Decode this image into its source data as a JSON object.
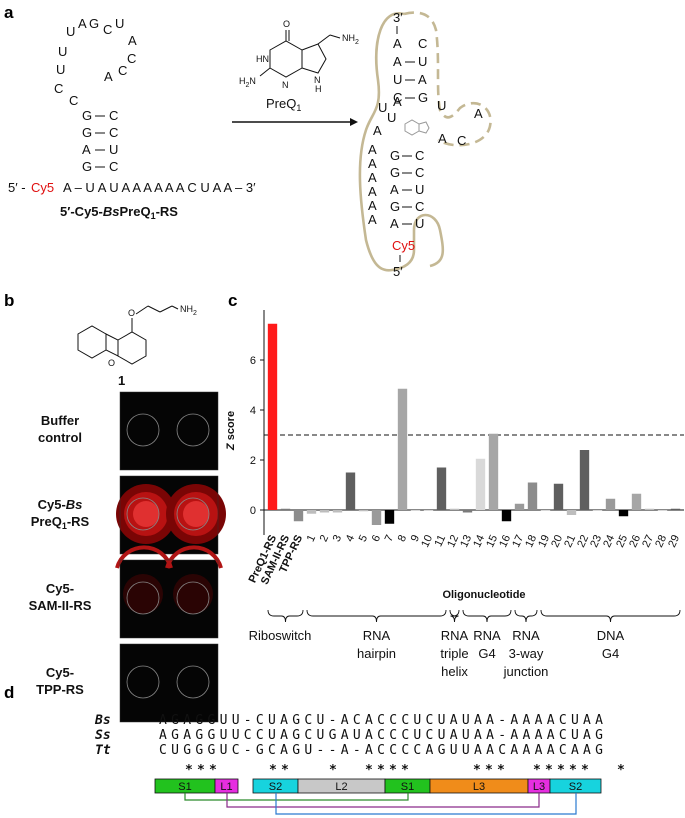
{
  "panels": {
    "a": "a",
    "b": "b",
    "c": "c",
    "d": "d"
  },
  "panel_a": {
    "ligand_name": "PreQ",
    "ligand_sub": "1",
    "ligand_nh2": "NH",
    "ligand_nh2_sub": "2",
    "ligand_h2n": "H",
    "ligand_h2n_sub": "2",
    "ligand_h2n_n": "N",
    "ligand_o": "O",
    "ligand_hn": "HN",
    "ligand_n1": "N",
    "ligand_nh": "N",
    "ligand_h": "H",
    "construct_label_pre": "5′-Cy5-",
    "construct_label_bs": "Bs",
    "construct_label_preq": "PreQ",
    "construct_label_sub": "1",
    "construct_label_rs": "-RS",
    "five_prime": "5′ -",
    "cy5": "Cy5",
    "three_prime_tail": "A – U A U A A A A A A C U A A – 3′",
    "loop": [
      "U",
      "A",
      "G",
      "C",
      "U",
      "A",
      "C",
      "C",
      "A",
      "C",
      "C",
      "U",
      "U"
    ],
    "stem_left": [
      "G",
      "G",
      "A",
      "G"
    ],
    "stem_right": [
      "C",
      "C",
      "U",
      "C"
    ],
    "right_three": "3′",
    "right_five": "5′",
    "right_top": [
      [
        "A",
        "C"
      ],
      [
        "A",
        "U"
      ],
      [
        "U",
        "A"
      ],
      [
        "C",
        "G"
      ]
    ],
    "right_loop": [
      "U",
      "A",
      "C",
      "A"
    ],
    "right_bottom": [
      [
        "G",
        "C"
      ],
      [
        "G",
        "C"
      ],
      [
        "A",
        "U"
      ],
      [
        "G",
        "C"
      ],
      [
        "A",
        "U"
      ]
    ],
    "right_as": [
      "A",
      "A",
      "A",
      "A",
      "A",
      "A",
      "U",
      "U"
    ],
    "right_cy5": "Cy5"
  },
  "panel_b": {
    "compound_number": "1",
    "nh2": "NH",
    "nh2_sub": "2",
    "o_ether": "O",
    "o_ring": "O",
    "rows": [
      {
        "line1": "Buffer",
        "line2": "control"
      },
      {
        "line1": "Cy5-Bs",
        "line2": "PreQ1-RS"
      },
      {
        "line1": "Cy5-",
        "line2": "SAM-II-RS"
      },
      {
        "line1": "Cy5-",
        "line2": "TPP-RS"
      }
    ]
  },
  "chart_data": {
    "type": "bar",
    "ylabel": "Z score",
    "xlabel": "Oligonucleotide",
    "ylim": [
      -1,
      8
    ],
    "yticks": [
      0,
      2,
      4,
      6
    ],
    "threshold": 3,
    "categories": [
      "PreQ1-RS",
      "SAM-II-RS",
      "TPP-RS",
      "1",
      "2",
      "3",
      "4",
      "5",
      "6",
      "7",
      "8",
      "9",
      "10",
      "11",
      "12",
      "13",
      "14",
      "15",
      "16",
      "17",
      "18",
      "19",
      "20",
      "21",
      "22",
      "23",
      "24",
      "25",
      "26",
      "27",
      "28",
      "29"
    ],
    "values": [
      7.45,
      0.05,
      -0.45,
      -0.15,
      -0.1,
      -0.1,
      1.5,
      -0.05,
      -0.6,
      -0.55,
      4.85,
      0.0,
      0.0,
      1.7,
      0.05,
      -0.1,
      2.05,
      3.05,
      -0.45,
      0.25,
      1.1,
      0.0,
      1.05,
      -0.2,
      2.4,
      0.0,
      0.45,
      -0.25,
      0.65,
      0.05,
      0.0,
      0.05
    ],
    "colors": [
      "#ff1a1a",
      "#7a7a7a",
      "#8c8c8c",
      "#bdbdbd",
      "#bdbdbd",
      "#bdbdbd",
      "#5f5f5f",
      "#bdbdbd",
      "#9a9a9a",
      "#000000",
      "#a6a6a6",
      "#bdbdbd",
      "#bdbdbd",
      "#5f5f5f",
      "#bdbdbd",
      "#7a7a7a",
      "#d9d9d9",
      "#a6a6a6",
      "#000000",
      "#9a9a9a",
      "#8c8c8c",
      "#bdbdbd",
      "#5f5f5f",
      "#bdbdbd",
      "#5f5f5f",
      "#bdbdbd",
      "#9a9a9a",
      "#000000",
      "#a6a6a6",
      "#bdbdbd",
      "#bdbdbd",
      "#5f5f5f"
    ],
    "groups": [
      {
        "label1": "Riboswitch",
        "label2": ""
      },
      {
        "label1": "RNA",
        "label2": "hairpin"
      },
      {
        "label1": "RNA",
        "label2": "triple",
        "label3": "helix"
      },
      {
        "label1": "RNA",
        "label2": "G4"
      },
      {
        "label1": "RNA",
        "label2": "3-way",
        "label3": "junction"
      },
      {
        "label1": "DNA",
        "label2": "G4"
      }
    ]
  },
  "panel_d": {
    "names": [
      "Bs",
      "Ss",
      "Tt"
    ],
    "seqs": [
      "AGAGGUU-CUAGCU-ACACCCUCUAUAA-AAAACUAA",
      "AGAGGUUCCUAGCUGAUACCCUCUAUAA-AAAACUAG",
      "CUGGGUC-GCAGU--A-ACCCCAGUUAACAAAACAAG"
    ],
    "stars": "   ***    **   *  ****     ***  *****  * ",
    "blocks": [
      {
        "label": "S1",
        "color": "#22c21e"
      },
      {
        "label": "L1",
        "color": "#e62ee0"
      },
      {
        "label": "S2",
        "color": "#17d3de"
      },
      {
        "label": "L2",
        "color": "#c8c8c8"
      },
      {
        "label": "S1",
        "color": "#22c21e"
      },
      {
        "label": "L3",
        "color": "#f08c1a"
      },
      {
        "label": "L3",
        "color": "#e62ee0"
      },
      {
        "label": "S2",
        "color": "#17d3de"
      }
    ],
    "link_colors": [
      "#2a8a2a",
      "#8a2a8a",
      "#2a7ad0"
    ]
  }
}
